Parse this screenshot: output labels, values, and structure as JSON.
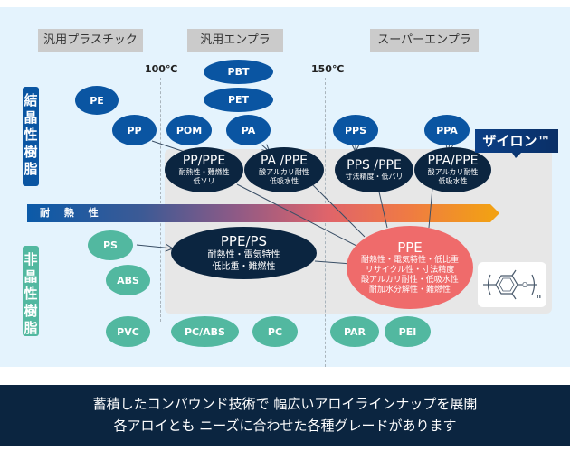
{
  "categories": {
    "general_plastic": "汎用プラスチック",
    "general_engineering": "汎用エンプラ",
    "super_engineering": "スーパーエンプラ"
  },
  "temperatures": {
    "t100": "100℃",
    "t150": "150℃"
  },
  "side_labels": {
    "crystalline": "結晶性樹脂",
    "amorphous": "非晶性樹脂"
  },
  "heat_resistance_label": "耐 熱 性",
  "brand_label": "ザイロン™",
  "crystalline_resins": [
    "PE",
    "PP",
    "POM",
    "PA",
    "PBT",
    "PET",
    "PPS",
    "PPA"
  ],
  "amorphous_resins": [
    "PS",
    "ABS",
    "PVC",
    "PC/ABS",
    "PC",
    "PAR",
    "PEI"
  ],
  "alloys": [
    {
      "name": "PP/PPE",
      "features": [
        "耐熱性・難燃性",
        "低ソリ"
      ]
    },
    {
      "name": "PA /PPE",
      "features": [
        "酸アルカリ耐性",
        "低吸水性"
      ]
    },
    {
      "name": "PPS /PPE",
      "features": [
        "寸法精度・低バリ"
      ]
    },
    {
      "name": "PPA/PPE",
      "features": [
        "酸アルカリ耐性",
        "低吸水性"
      ]
    },
    {
      "name": "PPE/PS",
      "features": [
        "耐熱性・電気特性",
        "低比重・難燃性"
      ]
    }
  ],
  "ppe": {
    "name": "PPE",
    "features": [
      "耐熱性・電気特性・低比重",
      "リサイクル性・寸法精度",
      "酸アルカリ耐性・低吸水性",
      "耐加水分解性・難燃性"
    ]
  },
  "chem_subscript": "n",
  "chem_atom": "O",
  "footer": {
    "line1": "蓄積したコンパウンド技術で 幅広いアロイラインナップを展開",
    "line2": "各アロイとも ニーズに合わせた各種グレードがあります"
  },
  "colors": {
    "crystalline": "#0a55a2",
    "amorphous": "#52b8a0",
    "alloy": "#0b2540",
    "ppe": "#ef6b6b"
  }
}
